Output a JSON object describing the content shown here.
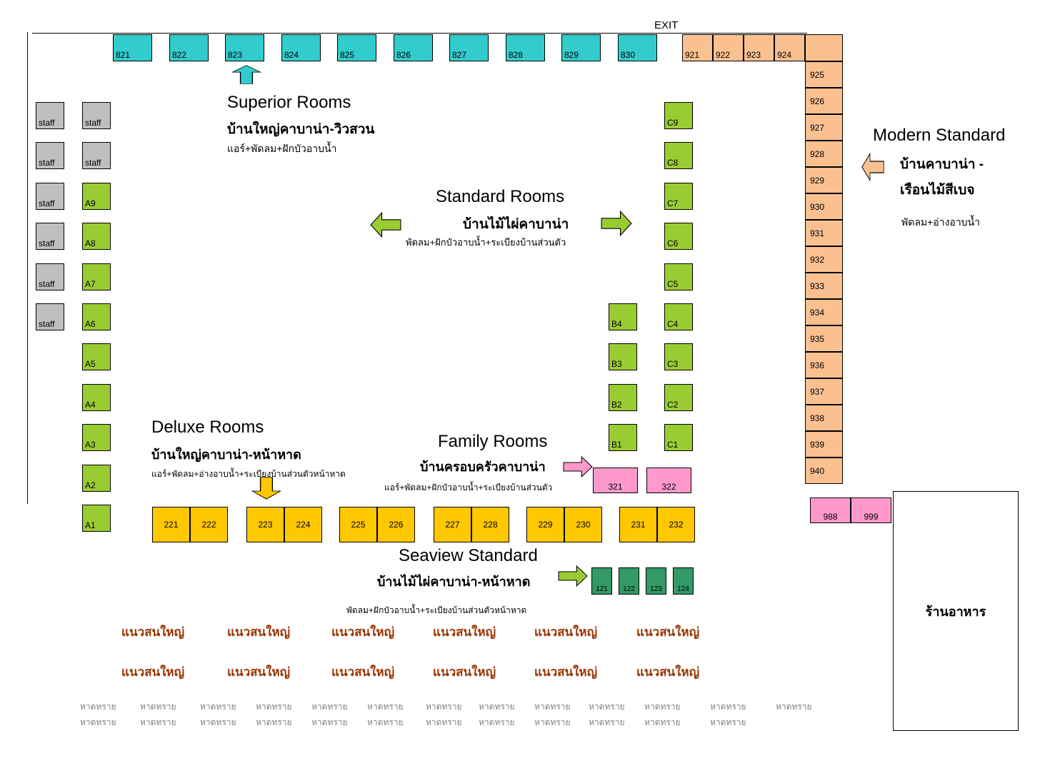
{
  "page": {
    "exit_label": "EXIT"
  },
  "colors": {
    "superior": "#33CCCC",
    "modern": "#FAC090",
    "green_room": "#99CC33",
    "staff": "#BFBFBF",
    "deluxe": "#FFC800",
    "family": "#FF99CC",
    "seaview": "#339966",
    "pine_text": "#993300",
    "sand_text": "#808080"
  },
  "sections": {
    "superior": {
      "title": "Superior Rooms",
      "subtitle": "บ้านใหญ่คาบาน่า-วิวสวน",
      "details": "แอร์+พัดลม+ฝักบัวอาบน้ำ",
      "rooms": [
        "821",
        "822",
        "823",
        "824",
        "825",
        "826",
        "827",
        "828",
        "829",
        "830"
      ]
    },
    "standard": {
      "title": "Standard Rooms",
      "subtitle": "บ้านไม้ไผ่คาบาน่า",
      "details": "พัดลม+ฝักบัวอาบน้ำ+ระเบียงบ้านส่วนตัว",
      "rooms_a": [
        "A9",
        "A8",
        "A7",
        "A6",
        "A5",
        "A4",
        "A3",
        "A2",
        "A1"
      ],
      "rooms_b": [
        "B4",
        "B3",
        "B2",
        "B1"
      ],
      "rooms_c": [
        "C9",
        "C8",
        "C7",
        "C6",
        "C5",
        "C4",
        "C3",
        "C2",
        "C1"
      ]
    },
    "modern": {
      "title": "Modern Standard",
      "subtitle_line1": "บ้านคาบาน่า -",
      "subtitle_line2": "เรือนไม้สีเบจ",
      "details": "พัดลม+อ่างอาบน้ำ",
      "rooms_top": [
        "921",
        "922",
        "923",
        "924"
      ],
      "rooms_side": [
        "925",
        "926",
        "927",
        "928",
        "929",
        "930",
        "931",
        "932",
        "933",
        "934",
        "935",
        "936",
        "937",
        "938",
        "939",
        "940"
      ],
      "rooms_bottom": [
        "988",
        "999"
      ]
    },
    "deluxe": {
      "title": "Deluxe Rooms",
      "subtitle": "บ้านใหญ่คาบาน่า-หน้าหาด",
      "details": "แอร์+พัดลม+อ่างอาบน้ำ+ระเบียงบ้านส่วนตัวหน้าหาด",
      "rooms": [
        "221",
        "222",
        "223",
        "224",
        "225",
        "226",
        "227",
        "228",
        "229",
        "230",
        "231",
        "232"
      ]
    },
    "family": {
      "title": "Family Rooms",
      "subtitle": "บ้านครอบครัวคาบาน่า",
      "details": "แอร์+พัดลม+ฝักบัวอาบน้ำ+ระเบียงบ้านส่วนตัว",
      "rooms": [
        "321",
        "322"
      ]
    },
    "seaview": {
      "title": "Seaview Standard",
      "subtitle": "บ้านไม้ไผ่คาบาน่า-หน้าหาด",
      "details": "พัดลม+ฝักบัวอาบน้ำ+ระเบียงบ้านส่วนตัวหน้าหาด",
      "rooms": [
        "121",
        "122",
        "123",
        "124"
      ]
    },
    "restaurant": {
      "label": "ร้านอาหาร"
    },
    "staff_label": "staff",
    "staff_count": 8
  },
  "ground": {
    "pine_label": "แนวสนใหญ่",
    "pine_rows": [
      6,
      6
    ],
    "sand_label": "หาดทราย",
    "sand_rows": [
      13,
      12
    ]
  }
}
